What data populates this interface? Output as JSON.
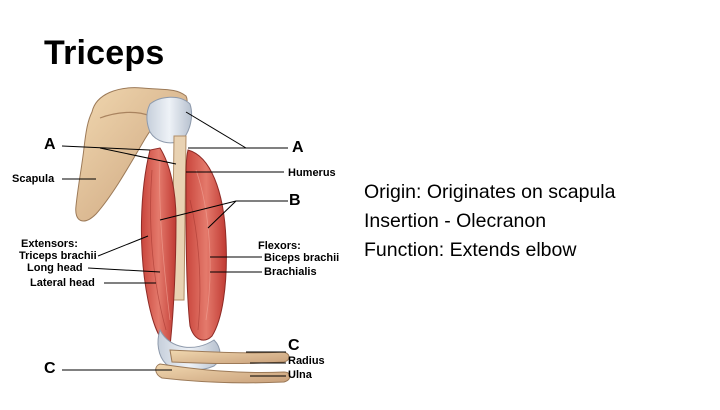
{
  "slide": {
    "title": "Triceps"
  },
  "diagram": {
    "labels": {
      "a_left": "A",
      "a_right": "A",
      "b_right": "B",
      "c_left": "C",
      "c_right": "C",
      "scapula": "Scapula",
      "humerus": "Humerus",
      "extensors": "Extensors:",
      "triceps_brachii": "Triceps brachii",
      "long_head": "Long head",
      "lateral_head": "Lateral head",
      "flexors": "Flexors:",
      "biceps_brachii": "Biceps brachii",
      "brachialis": "Brachialis",
      "radius": "Radius",
      "ulna": "Ulna"
    }
  },
  "info": {
    "origin": "Origin: Originates on scapula",
    "insertion": "Insertion -  Olecranon",
    "function": "Function: Extends elbow"
  }
}
